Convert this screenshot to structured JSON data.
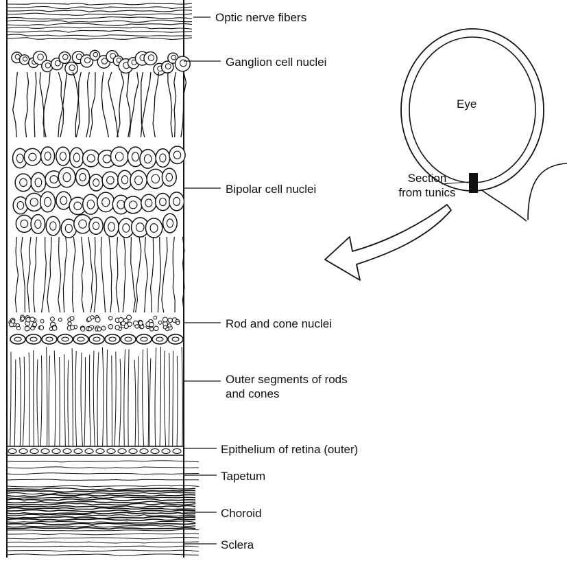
{
  "figure": {
    "eye_label": "Eye",
    "section_label_line1": "Section",
    "section_label_line2": "from tunics",
    "layers": [
      {
        "label": "Optic nerve fibers"
      },
      {
        "label": "Ganglion cell nuclei"
      },
      {
        "label": "Bipolar cell nuclei"
      },
      {
        "label": "Rod and cone nuclei"
      },
      {
        "label": "Outer segments of rods and cones"
      },
      {
        "label": "Epithelium of retina (outer)"
      },
      {
        "label": "Tapetum"
      },
      {
        "label": "Choroid"
      },
      {
        "label": "Sclera"
      }
    ],
    "colors": {
      "ink": "#111111",
      "background": "#ffffff"
    }
  }
}
